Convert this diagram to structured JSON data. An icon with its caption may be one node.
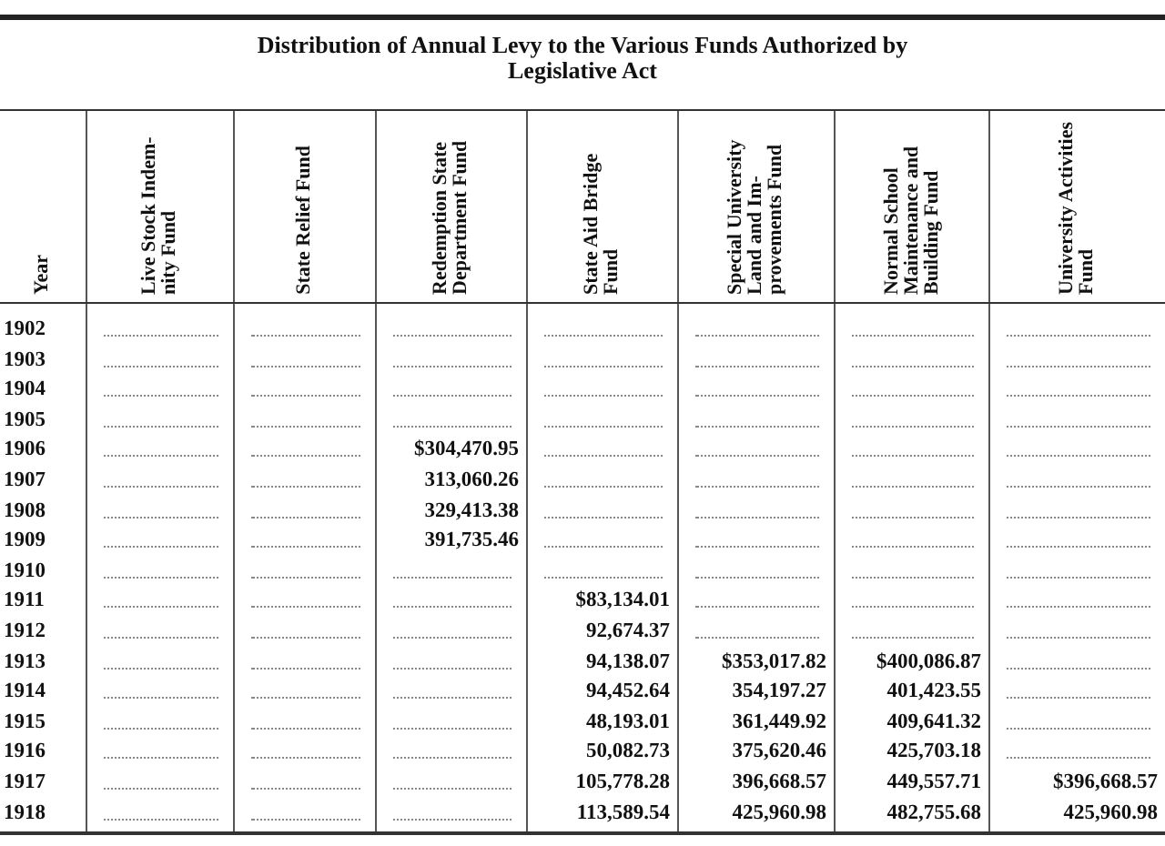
{
  "diagram": {
    "title": "Distribution of Annual Levy to the Various Funds Authorized by Legislative Act",
    "labels": [
      "Year",
      "Live Stock Indem- nity Fund",
      "State Relief Fund",
      "Redemption State Department Fund",
      "State Aid Bridge Fund",
      "Special University Land and Im- provements Fund",
      "Normal School Maintenance and Building Fund",
      "University Activities Fund",
      "1902",
      "1903",
      "1904",
      "1905",
      "1906",
      "$304,470.95",
      "1907",
      "313,060.26",
      "1908",
      "329,413.38",
      "1909",
      "391,735.46",
      "1910",
      "1911",
      "$83,134.01",
      "1912",
      "92,674.37",
      "1913",
      "94,138.07",
      "$353,017.82",
      "$400,086.87",
      "1914",
      "94,452.64",
      "354,197.27",
      "401,423.55",
      "1915",
      "48,193.01",
      "361,449.92",
      "409,641.32",
      "1916",
      "50,082.73",
      "375,620.46",
      "425,703.18",
      "1917",
      "105,778.28",
      "396,668.57",
      "449,557.71",
      "$396,668.57",
      "1918",
      "113,589.54",
      "425,960.98",
      "482,755.68",
      "425,960.98"
    ]
  }
}
